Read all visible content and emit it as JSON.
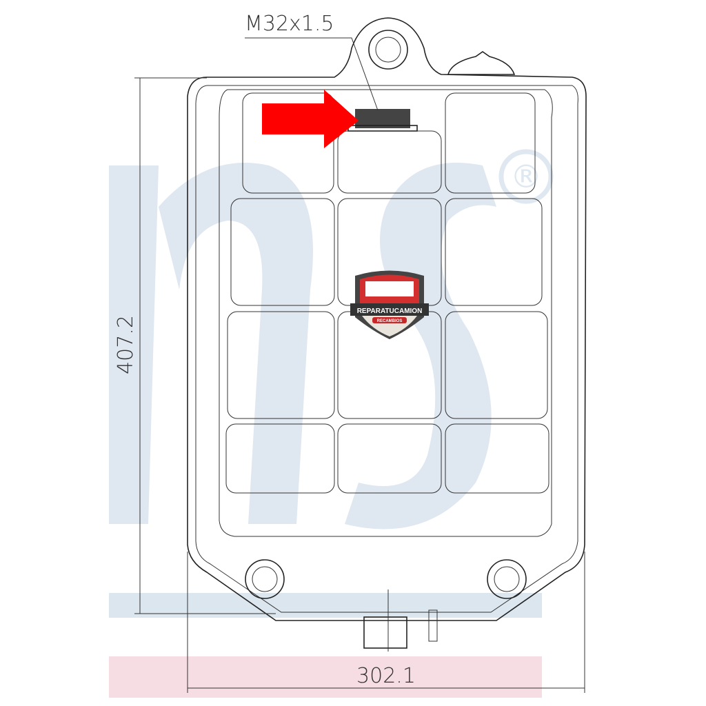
{
  "drawing": {
    "thread_label": "M32x1.5",
    "height_dimension": "407.2",
    "width_dimension": "302.1"
  },
  "watermark": {
    "text": "NS",
    "registered_mark": "®"
  },
  "logo": {
    "brand": "REPARATUCAMION",
    "sub": "RECAMBIOS"
  },
  "colors": {
    "arrow": "#ff0000",
    "watermark": "#dfe7f1",
    "band_blue": "#dbe6ef",
    "band_pink": "#f6dde3"
  }
}
